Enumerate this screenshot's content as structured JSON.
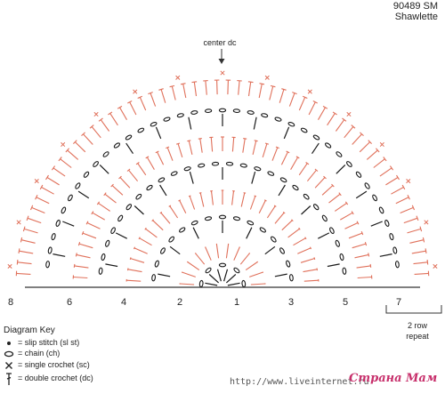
{
  "header": {
    "pattern_code": "90489 SM",
    "pattern_name": "Shawlette"
  },
  "center_label": "center dc",
  "row_numbers": [
    {
      "label": "8"
    },
    {
      "label": "6"
    },
    {
      "label": "4"
    },
    {
      "label": "2"
    },
    {
      "label": "1"
    },
    {
      "label": "3"
    },
    {
      "label": "5"
    },
    {
      "label": "7"
    }
  ],
  "repeat_note": {
    "line1": "2 row",
    "line2": "repeat"
  },
  "key": {
    "title": "Diagram Key",
    "items": [
      {
        "label": "= slip stitch (sl st)",
        "icon": "slip-stitch-icon"
      },
      {
        "label": "= chain (ch)",
        "icon": "chain-icon"
      },
      {
        "label": "= single crochet (sc)",
        "icon": "single-crochet-icon"
      },
      {
        "label": "= double crochet (dc)",
        "icon": "double-crochet-icon"
      }
    ]
  },
  "watermark": {
    "url": "http://www.liveinternet.ru",
    "brand": "Страна Мам"
  },
  "colors": {
    "black_rows": "#1a1a1a",
    "orange_rows": "#e0705a",
    "rule": "#333333"
  }
}
